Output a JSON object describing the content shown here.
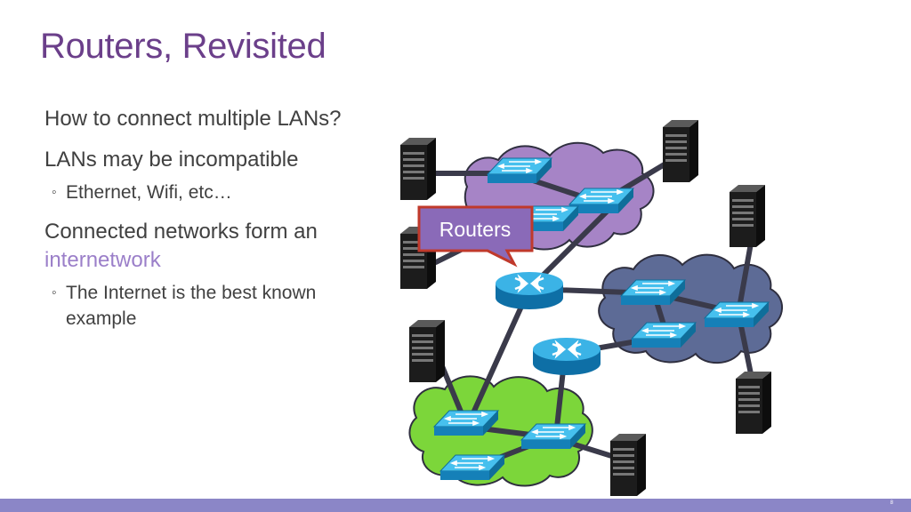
{
  "slide": {
    "title": "Routers, Revisited",
    "page_number": "8"
  },
  "bullets": {
    "b1": "How to connect multiple LANs?",
    "b2": "LANs may be incompatible",
    "b2_sub": "Ethernet, Wifi, etc…",
    "b3_prefix": "Connected networks form an ",
    "b3_accent": "internetwork",
    "b3_sub": "The Internet is the best known example"
  },
  "diagram": {
    "callout_label": "Routers",
    "colors": {
      "purple_cloud": "#a684c6",
      "blue_cloud": "#5d6b96",
      "green_cloud": "#7cd63a",
      "switch": "#1c9fd9",
      "router": "#1a8cc6",
      "server": "#1a1a1a",
      "callout": "#8a6ab8",
      "callout_border": "#c0392b",
      "link": "#3a3a4a"
    }
  }
}
